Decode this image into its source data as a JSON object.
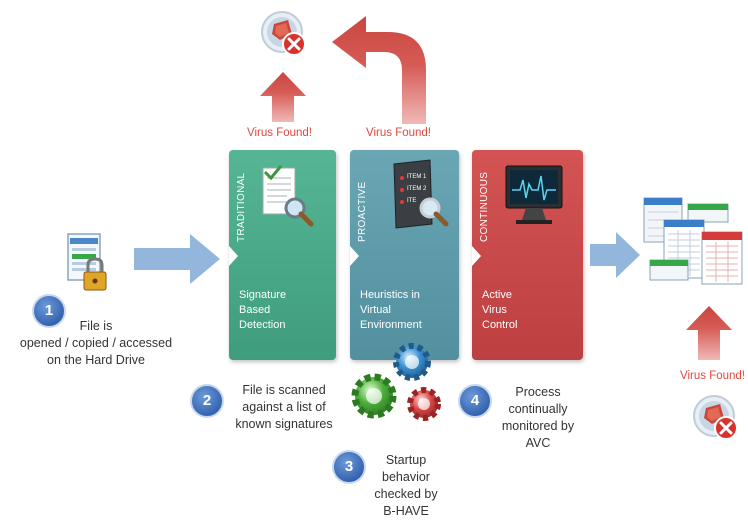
{
  "colors": {
    "traditional": "#4daa8a",
    "proactive": "#5f9cab",
    "continuous": "#cc4b4b",
    "red_arrow": "#d65a55",
    "blue_arrow": "#93b6dd",
    "badge": "#3565b0"
  },
  "panels": [
    {
      "title": "TRADITIONAL",
      "text": "Signature\nBased\nDetection",
      "icon": "document-magnifier-icon"
    },
    {
      "title": "PROACTIVE",
      "text": "Heuristics in\nVirtual\nEnvironment",
      "icon": "checklist-magnifier-icon",
      "checklist": [
        "ITEM 1",
        "ITEM 2",
        "ITE"
      ]
    },
    {
      "title": "CONTINUOUS",
      "text": "Active\nVirus\nControl",
      "icon": "monitor-icon"
    }
  ],
  "virus_found": [
    "Virus Found!",
    "Virus Found!",
    "Virus Found!"
  ],
  "steps": [
    {
      "num": "1",
      "text": "File is\nopened / copied / accessed\non the Hard Drive"
    },
    {
      "num": "2",
      "text": "File is scanned\nagainst a list of\nknown signatures"
    },
    {
      "num": "3",
      "text": "Startup\nbehavior\nchecked by\nB-HAVE"
    },
    {
      "num": "4",
      "text": "Process\ncontinually\nmonitored by\nAVC"
    }
  ]
}
